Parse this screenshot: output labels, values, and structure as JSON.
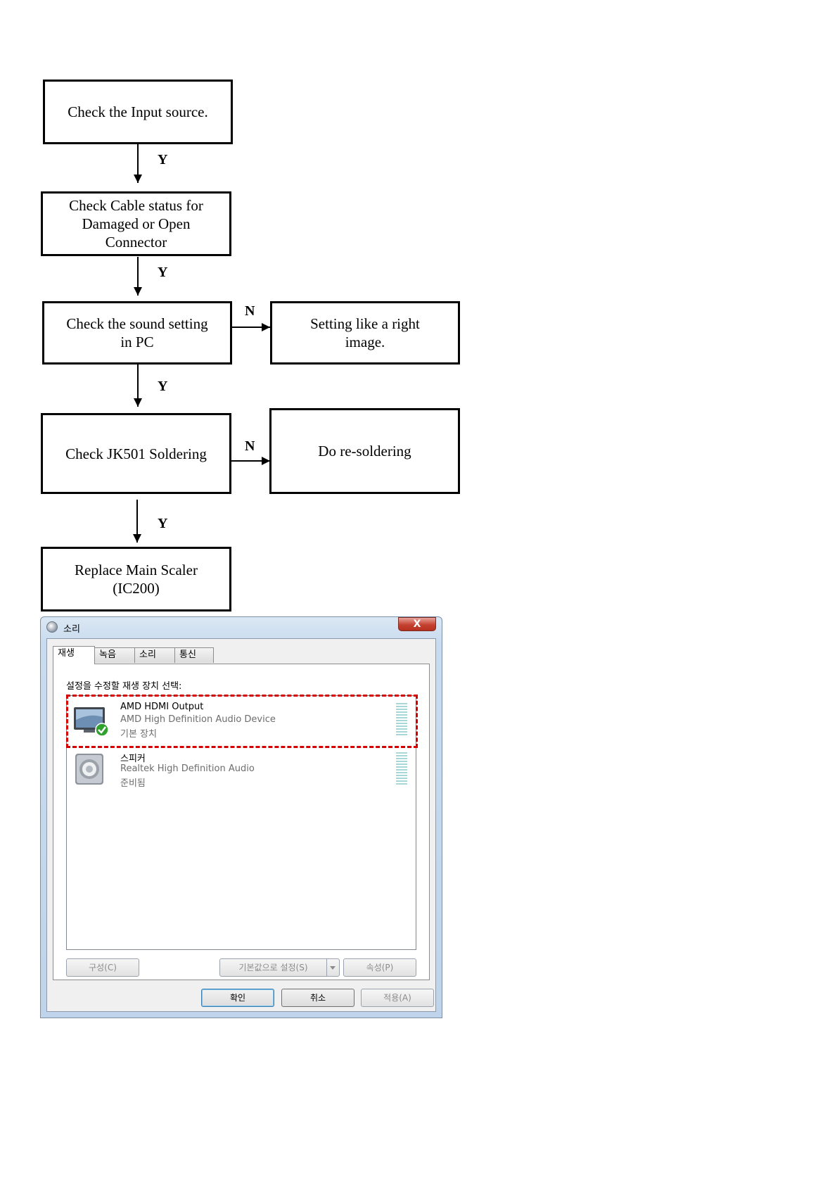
{
  "flowchart": {
    "boxes": [
      {
        "id": "check-input",
        "text": "Check the Input source."
      },
      {
        "id": "check-cable",
        "text": "Check Cable  status for\nDamaged or Open\nConnector"
      },
      {
        "id": "check-sound",
        "text": "Check the sound setting\nin PC"
      },
      {
        "id": "setting-right",
        "text": "Setting like a right\nimage."
      },
      {
        "id": "check-jk501",
        "text": "Check JK501 Soldering"
      },
      {
        "id": "re-soldering",
        "text": "Do re-soldering"
      },
      {
        "id": "replace-scaler",
        "text": "Replace Main Scaler\n(IC200)"
      }
    ],
    "edges": [
      {
        "from": "check-input",
        "to": "check-cable",
        "label": "Y"
      },
      {
        "from": "check-cable",
        "to": "check-sound",
        "label": "Y"
      },
      {
        "from": "check-sound",
        "to": "setting-right",
        "label": "N"
      },
      {
        "from": "check-sound",
        "to": "check-jk501",
        "label": "Y"
      },
      {
        "from": "check-jk501",
        "to": "re-soldering",
        "label": "N"
      },
      {
        "from": "check-jk501",
        "to": "replace-scaler",
        "label": "Y"
      }
    ]
  },
  "dialog": {
    "title": "소리",
    "close_label": "X",
    "tabs": [
      "재생",
      "녹음",
      "소리",
      "통신"
    ],
    "instruction": "설정을 수정할 재생 장치 선택:",
    "devices": [
      {
        "name": "AMD HDMI Output",
        "description": "AMD High Definition Audio Device",
        "status": "기본 장치",
        "icon": "monitor-icon"
      },
      {
        "name": "스피커",
        "description": "Realtek High Definition Audio",
        "status": "준비됨",
        "icon": "speaker-icon"
      }
    ],
    "panel_buttons": {
      "configure": "구성(C)",
      "set_default": "기본값으로 설정(S)",
      "properties": "속성(P)"
    },
    "footer_buttons": {
      "ok": "확인",
      "cancel": "취소",
      "apply": "적용(A)"
    },
    "colors": {
      "highlight": "#d60000",
      "default_check": "#2fa12f"
    }
  }
}
